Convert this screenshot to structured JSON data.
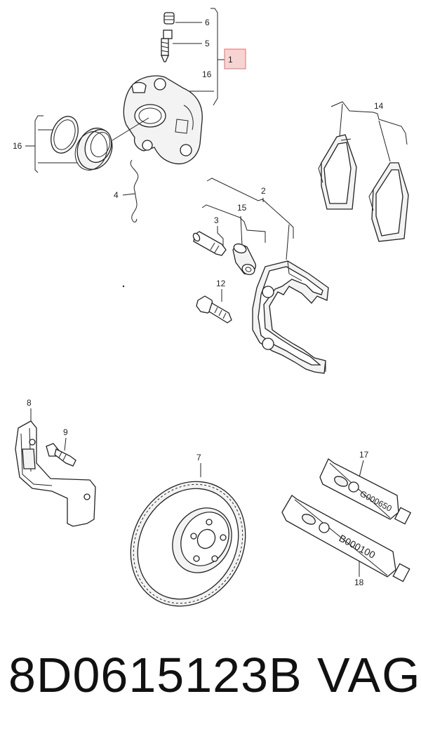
{
  "callouts": {
    "c1": "1",
    "c2": "2",
    "c3": "3",
    "c4": "4",
    "c5": "5",
    "c6": "6",
    "c7": "7",
    "c8": "8",
    "c9": "9",
    "c12": "12",
    "c14": "14",
    "c15": "15",
    "c16a": "16",
    "c16b": "16",
    "c17": "17",
    "c18": "18"
  },
  "tube_labels": {
    "tube17": "G000650",
    "tube18": "B000100"
  },
  "footer": {
    "part_number": "8D0615123B",
    "brand": "VAG"
  },
  "colors": {
    "highlight_box": "#f2c6c6",
    "highlight_border": "#e07070"
  }
}
